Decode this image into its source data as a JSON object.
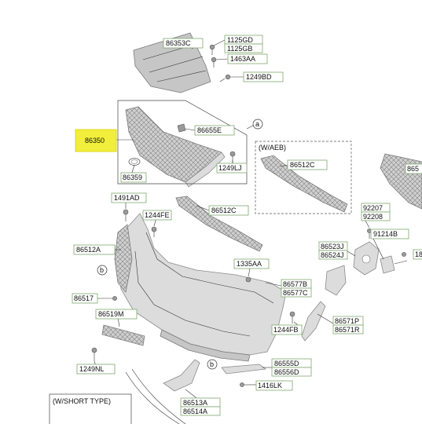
{
  "labels": {
    "l86353C": "86353C",
    "l1125GD": "1125GD",
    "l1125GB": "1125GB",
    "l1463AA": "1463AA",
    "l1249BD": "1249BD",
    "l86350": "86350",
    "l86655E": "86655E",
    "l86359": "86359",
    "l1249LJ": "1249LJ",
    "l86512C_top": "86512C",
    "l86512C_mid": "86512C",
    "l1491AD": "1491AD",
    "l1244FE": "1244FE",
    "l86512A": "86512A",
    "l1335AA": "1335AA",
    "l92207": "92207",
    "l92208": "92208",
    "l91214B": "91214B",
    "l86523J": "86523J",
    "l86524J": "86524J",
    "l86577B": "86577B",
    "l86577C": "86577C",
    "l86517": "86517",
    "l86519M": "86519M",
    "l1244FB": "1244FB",
    "l86571P": "86571P",
    "l86571R": "86571R",
    "l1249NL": "1249NL",
    "l86555D": "86555D",
    "l86556D": "86556D",
    "l1416LK": "1416LK",
    "l86513A": "86513A",
    "l86514A": "86514A",
    "l865_cut": "865",
    "l18_cut": "18"
  },
  "callouts": {
    "a1": "a",
    "b1": "b",
    "b2": "b"
  },
  "groups": {
    "aeb": "(W/AEB)",
    "short_type": "(W/SHORT TYPE)"
  },
  "highlight_color": "#f2ee3c"
}
